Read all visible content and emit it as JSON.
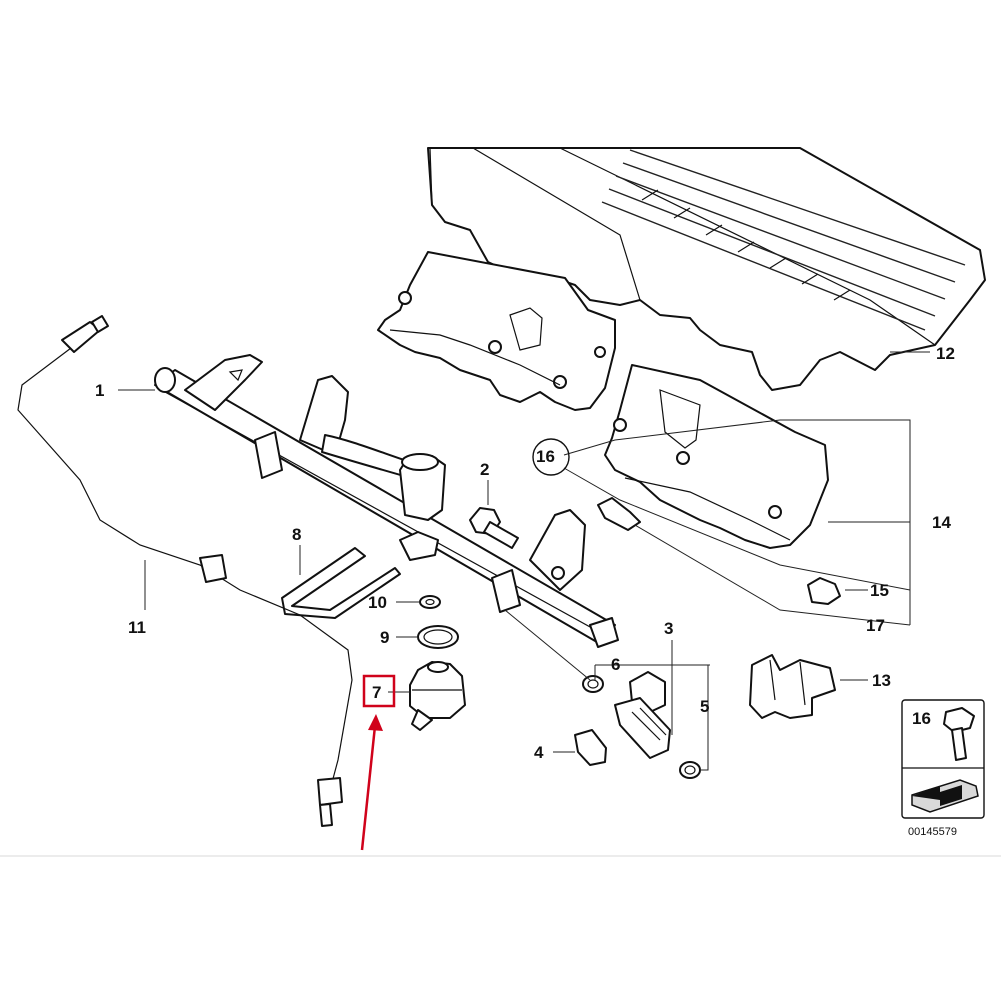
{
  "callouts": {
    "c1": "1",
    "c2": "2",
    "c3": "3",
    "c4": "4",
    "c5": "5",
    "c6": "6",
    "c7": "7",
    "c8": "8",
    "c9": "9",
    "c10": "10",
    "c11": "11",
    "c12": "12",
    "c13": "13",
    "c14": "14",
    "c15": "15",
    "c16": "16",
    "c17": "17"
  },
  "legend": {
    "number": "16"
  },
  "diagram_ref": "00145579",
  "colors": {
    "highlight": "#d0021b",
    "line": "#111111"
  }
}
